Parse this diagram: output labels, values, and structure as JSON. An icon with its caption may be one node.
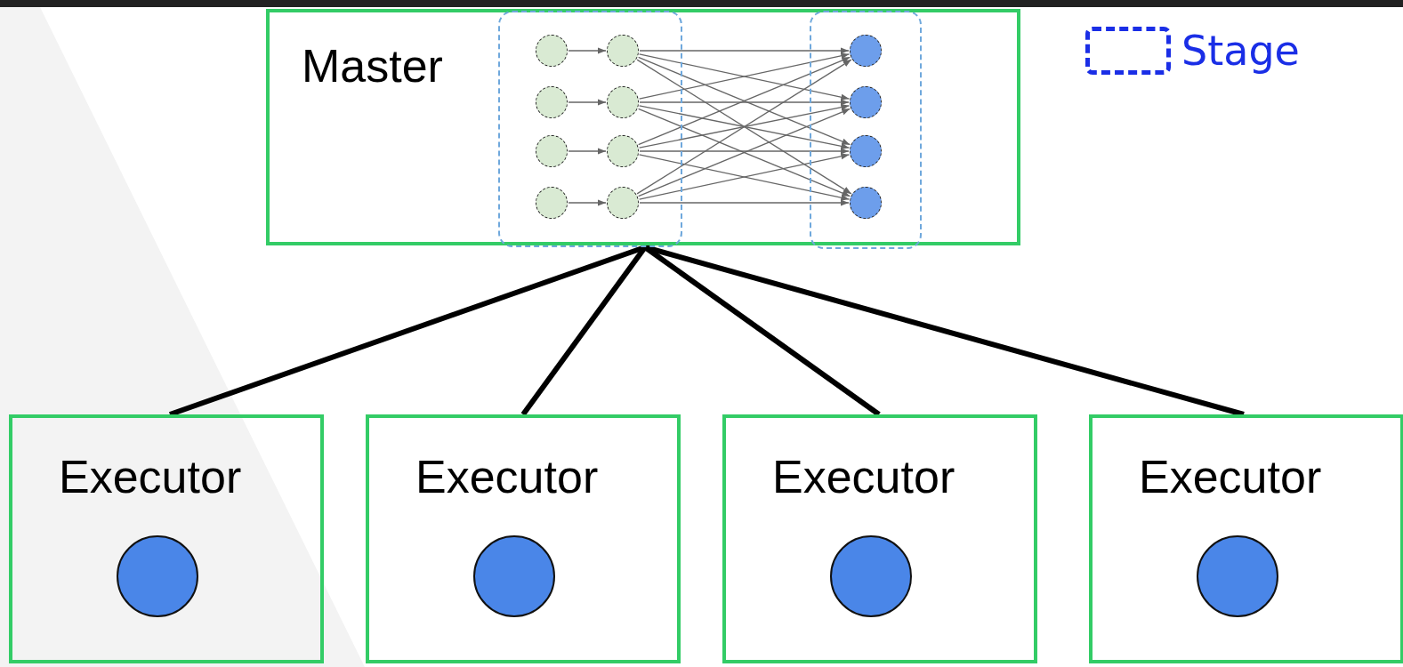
{
  "diagram": {
    "nodes": [
      {
        "text": [
          "Master"
        ]
      },
      {
        "text": [],
        "shape": "box",
        "in": 0
      },
      {
        "text": [],
        "shape": "box",
        "in": 0
      },
      {
        "text": [],
        "shape": "circle",
        "in": 1
      },
      {
        "text": [],
        "shape": "circle",
        "in": 1
      },
      {
        "text": [],
        "shape": "circle",
        "in": 1
      },
      {
        "text": [],
        "shape": "circle",
        "in": 1
      },
      {
        "text": [],
        "shape": "circle",
        "in": 1
      },
      {
        "text": [],
        "shape": "circle",
        "in": 1
      },
      {
        "text": [],
        "shape": "circle",
        "in": 1
      },
      {
        "text": [],
        "shape": "circle",
        "in": 1
      },
      {
        "text": [],
        "shape": "circle",
        "in": 2
      },
      {
        "text": [],
        "shape": "circle",
        "in": 2
      },
      {
        "text": [],
        "shape": "circle",
        "in": 2
      },
      {
        "text": [],
        "shape": "circle",
        "in": 2
      },
      {
        "text": [
          "Executor"
        ]
      },
      {
        "text": [
          "Executor"
        ]
      },
      {
        "text": [
          "Executor"
        ]
      },
      {
        "text": [
          "Executor"
        ]
      },
      {
        "text": [],
        "shape": "circle",
        "in": 15
      },
      {
        "text": [],
        "shape": "circle",
        "in": 16
      },
      {
        "text": [],
        "shape": "circle",
        "in": 17
      },
      {
        "text": [],
        "shape": "circle",
        "in": 18
      }
    ],
    "edges": [
      {
        "from": 3,
        "to": 7,
        "arrow": "to"
      },
      {
        "from": 4,
        "to": 8,
        "arrow": "to"
      },
      {
        "from": 5,
        "to": 9,
        "arrow": "to"
      },
      {
        "from": 6,
        "to": 10,
        "arrow": "to"
      },
      {
        "from": 7,
        "to": 11,
        "arrow": "to"
      },
      {
        "from": 7,
        "to": 12,
        "arrow": "to"
      },
      {
        "from": 7,
        "to": 13,
        "arrow": "to"
      },
      {
        "from": 7,
        "to": 14,
        "arrow": "to"
      },
      {
        "from": 8,
        "to": 11,
        "arrow": "to"
      },
      {
        "from": 8,
        "to": 12,
        "arrow": "to"
      },
      {
        "from": 8,
        "to": 13,
        "arrow": "to"
      },
      {
        "from": 8,
        "to": 14,
        "arrow": "to"
      },
      {
        "from": 9,
        "to": 11,
        "arrow": "to"
      },
      {
        "from": 9,
        "to": 12,
        "arrow": "to"
      },
      {
        "from": 9,
        "to": 13,
        "arrow": "to"
      },
      {
        "from": 9,
        "to": 14,
        "arrow": "to"
      },
      {
        "from": 10,
        "to": 11,
        "arrow": "to"
      },
      {
        "from": 10,
        "to": 12,
        "arrow": "to"
      },
      {
        "from": 10,
        "to": 13,
        "arrow": "to"
      },
      {
        "from": 10,
        "to": 14,
        "arrow": "to"
      },
      {
        "from": 1,
        "to": 15,
        "arrow": "none",
        "style": "thick",
        "color": "#000000"
      },
      {
        "from": 1,
        "to": 16,
        "arrow": "none",
        "style": "thick",
        "color": "#000000"
      },
      {
        "from": 1,
        "to": 17,
        "arrow": "none",
        "style": "thick",
        "color": "#000000"
      },
      {
        "from": 1,
        "to": 18,
        "arrow": "none",
        "style": "thick",
        "color": "#000000"
      }
    ],
    "legend": [
      {
        "text": "Stage"
      }
    ]
  }
}
